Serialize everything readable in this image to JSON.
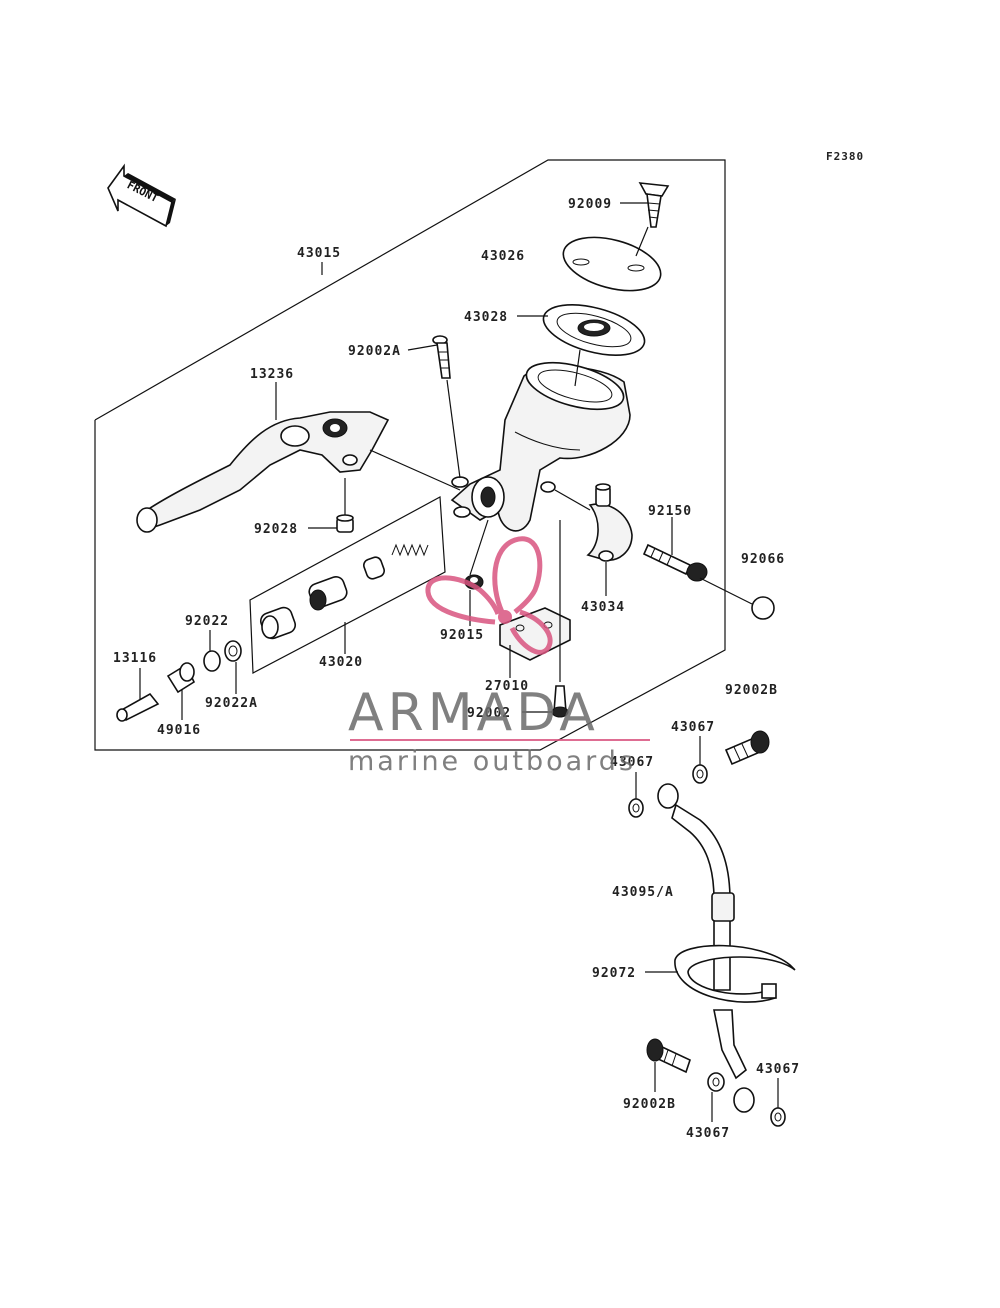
{
  "figure_code": "F2380",
  "front_arrow": {
    "text": "FRONT",
    "icon": "front-arrow-icon"
  },
  "labels": {
    "p92009": "92009",
    "p43026": "43026",
    "p43015": "43015",
    "p43028": "43028",
    "p92002A": "92002A",
    "p13236": "13236",
    "p92150": "92150",
    "p92066": "92066",
    "p92028": "92028",
    "p43034": "43034",
    "p92022": "92022",
    "p92015": "92015",
    "p13116": "13116",
    "p43020": "43020",
    "p92022A": "92022A",
    "p27010": "27010",
    "p49016": "49016",
    "p92002": "92002",
    "p92002B_top": "92002B",
    "p43067_top": "43067",
    "p43067_left": "43067",
    "p43095A": "43095/A",
    "p92072": "92072",
    "p43067_right": "43067",
    "p92002B_bottom": "92002B",
    "p43067_bottom": "43067"
  },
  "watermark": {
    "brand": "ARMADA",
    "tagline": "marine outboards",
    "icon": "propeller-logo-icon",
    "accent_color": "#d9547f"
  }
}
